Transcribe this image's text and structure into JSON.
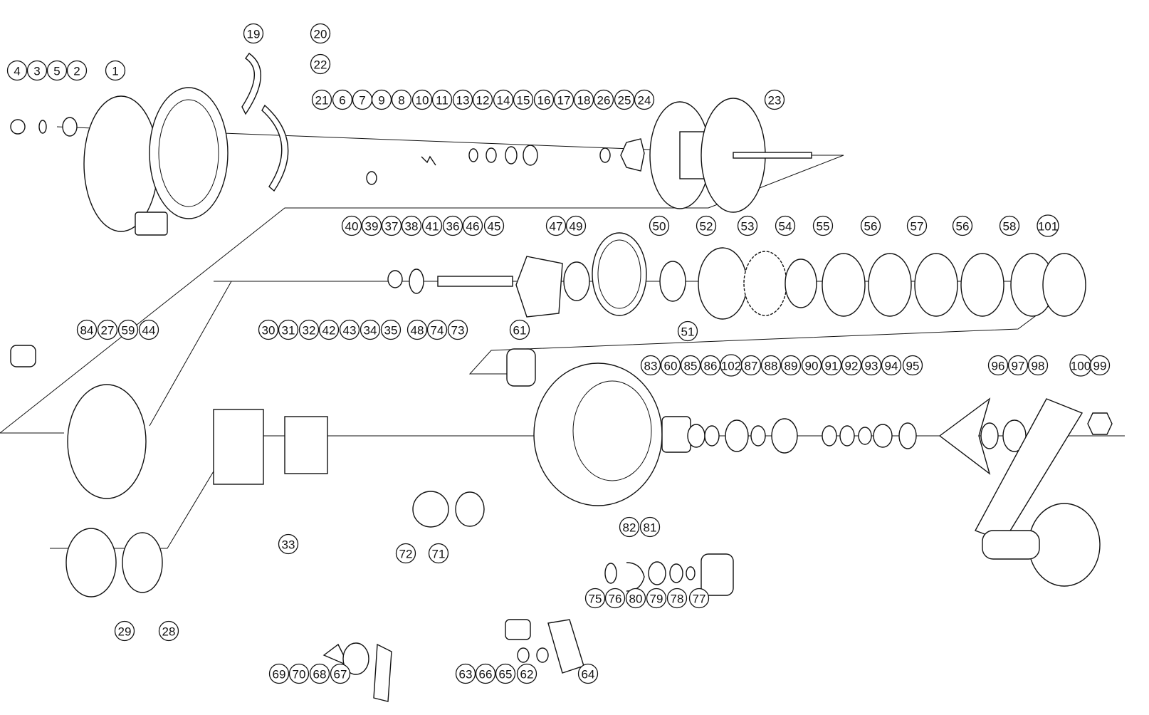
{
  "diagram": {
    "title": "Baitcasting reel exploded parts diagram",
    "callouts": [
      "19",
      "20",
      "22",
      "4",
      "3",
      "5",
      "2",
      "1",
      "21",
      "6",
      "7",
      "9",
      "8",
      "10",
      "11",
      "13",
      "12",
      "14",
      "15",
      "16",
      "17",
      "18",
      "26",
      "25",
      "24",
      "23",
      "40",
      "39",
      "37",
      "38",
      "41",
      "36",
      "46",
      "45",
      "47",
      "49",
      "50",
      "52",
      "53",
      "54",
      "55",
      "56",
      "57",
      "56",
      "58",
      "101",
      "51",
      "84",
      "27",
      "59",
      "44",
      "30",
      "31",
      "32",
      "42",
      "43",
      "34",
      "35",
      "48",
      "74",
      "73",
      "61",
      "83",
      "60",
      "85",
      "86",
      "102",
      "87",
      "88",
      "89",
      "90",
      "91",
      "92",
      "93",
      "94",
      "95",
      "96",
      "97",
      "98",
      "100",
      "99",
      "82",
      "81",
      "33",
      "72",
      "71",
      "29",
      "28",
      "75",
      "76",
      "80",
      "79",
      "78",
      "77",
      "69",
      "70",
      "68",
      "67",
      "63",
      "66",
      "65",
      "62",
      "64"
    ]
  }
}
